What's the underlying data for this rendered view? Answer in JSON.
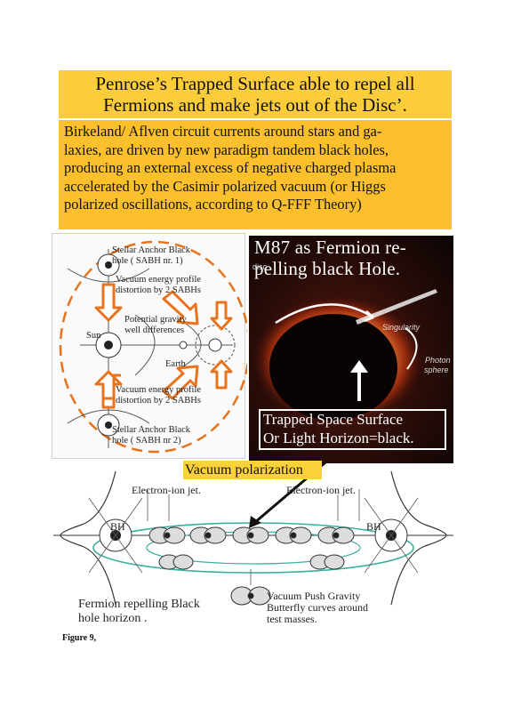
{
  "title": {
    "line1": "Penrose’s Trapped Surface able to repel all",
    "line2": "Fermions and make jets out of the Disc’."
  },
  "description": {
    "line1": "Birkeland/ Aflven circuit currents around stars and ga-",
    "line2": "laxies, are driven by new paradigm tandem black holes,",
    "line3": "producing an external excess of negative charged plasma",
    "line4": "accelerated by the Casimir polarized vacuum (or Higgs",
    "line5": "polarized oscillations, according to Q-FFF Theory)"
  },
  "left_diagram": {
    "anchor_top_1": "Stellar Anchor Black",
    "anchor_top_2": "hole ( SABH nr. 1)",
    "profile_top_1": "Vacuum energy profile",
    "profile_top_2": "distortion by 2 SABHs",
    "gravity_1": "Potential gravity",
    "gravity_2": "well differences",
    "sun": "Sun",
    "earth": "Earth",
    "profile_bottom_1": "Vacuum energy profile",
    "profile_bottom_2": "distortion by 2 SABHs",
    "anchor_bottom_1": "Stellar Anchor Black",
    "anchor_bottom_2": "hole ( SABH nr 2)"
  },
  "m87": {
    "title_line1": "M87 as Fermion re-",
    "title_line2": "pelling black Hole.",
    "disc_label": "disc",
    "singularity_label": "Singularity",
    "photon_label_1": "Photon",
    "photon_label_2": "sphere",
    "trapped_line1": "Trapped Space Surface",
    "trapped_line2": "Or Light Horizon=black."
  },
  "vacuum_polarization": "Vacuum polarization",
  "bottom_diagram": {
    "jet_left": "Electron-ion jet.",
    "jet_right": "Electron-ion jet.",
    "bh_left": "BH",
    "bh_right": "BH",
    "fermion_1": "Fermion repelling Black",
    "fermion_2": "hole horizon .",
    "push_1": "Vacuum Push Gravity",
    "push_2": "Butterfly curves around",
    "push_3": "test masses."
  },
  "caption": "Figure 9,",
  "colors": {
    "title_bg": "#fccd3a",
    "desc_bg": "#fcc02c",
    "arrow_orange": "#e8731c",
    "space_dark": "#150807",
    "glow": "#ff6a2a"
  }
}
